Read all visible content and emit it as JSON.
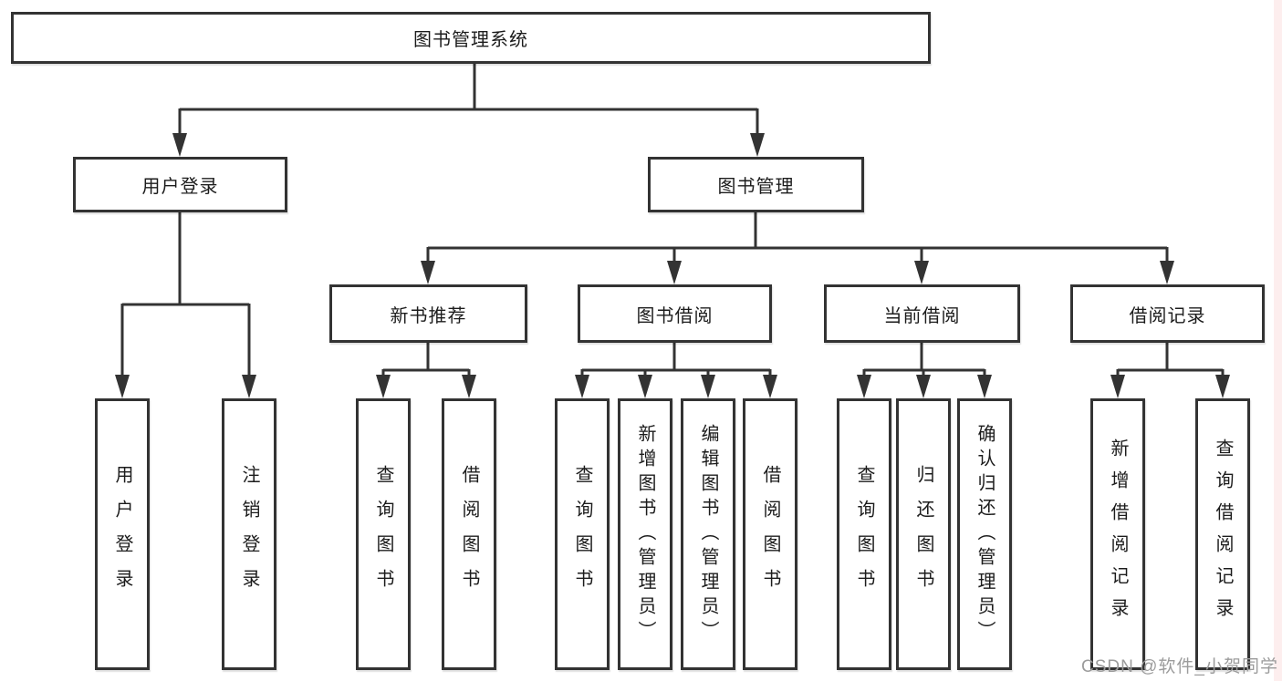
{
  "tree": {
    "root": {
      "label": "图书管理系统"
    },
    "user_login": {
      "label": "用户登录",
      "children": [
        {
          "label": "用户登录"
        },
        {
          "label": "注销登录"
        }
      ]
    },
    "book_mgmt": {
      "label": "图书管理",
      "sections": [
        {
          "label": "新书推荐",
          "children": [
            {
              "label": "查询图书"
            },
            {
              "label": "借阅图书"
            }
          ]
        },
        {
          "label": "图书借阅",
          "children": [
            {
              "label": "查询图书"
            },
            {
              "label": "新增图书（管理员）"
            },
            {
              "label": "编辑图书（管理员）"
            },
            {
              "label": "借阅图书"
            }
          ]
        },
        {
          "label": "当前借阅",
          "children": [
            {
              "label": "查询图书"
            },
            {
              "label": "归还图书"
            },
            {
              "label": "确认归还（管理员）"
            }
          ]
        },
        {
          "label": "借阅记录",
          "children": [
            {
              "label": "新增借阅记录"
            },
            {
              "label": "查询借阅记录"
            }
          ]
        }
      ]
    }
  },
  "watermark": {
    "text": "CSDN @软件_小贺同学"
  },
  "colors": {
    "line": "#333333",
    "border": "#333333",
    "text": "#1c1c1c",
    "background": "#ffffff",
    "watermark": "#9c9c9c",
    "right_edge_strip": "#fdeeee"
  }
}
